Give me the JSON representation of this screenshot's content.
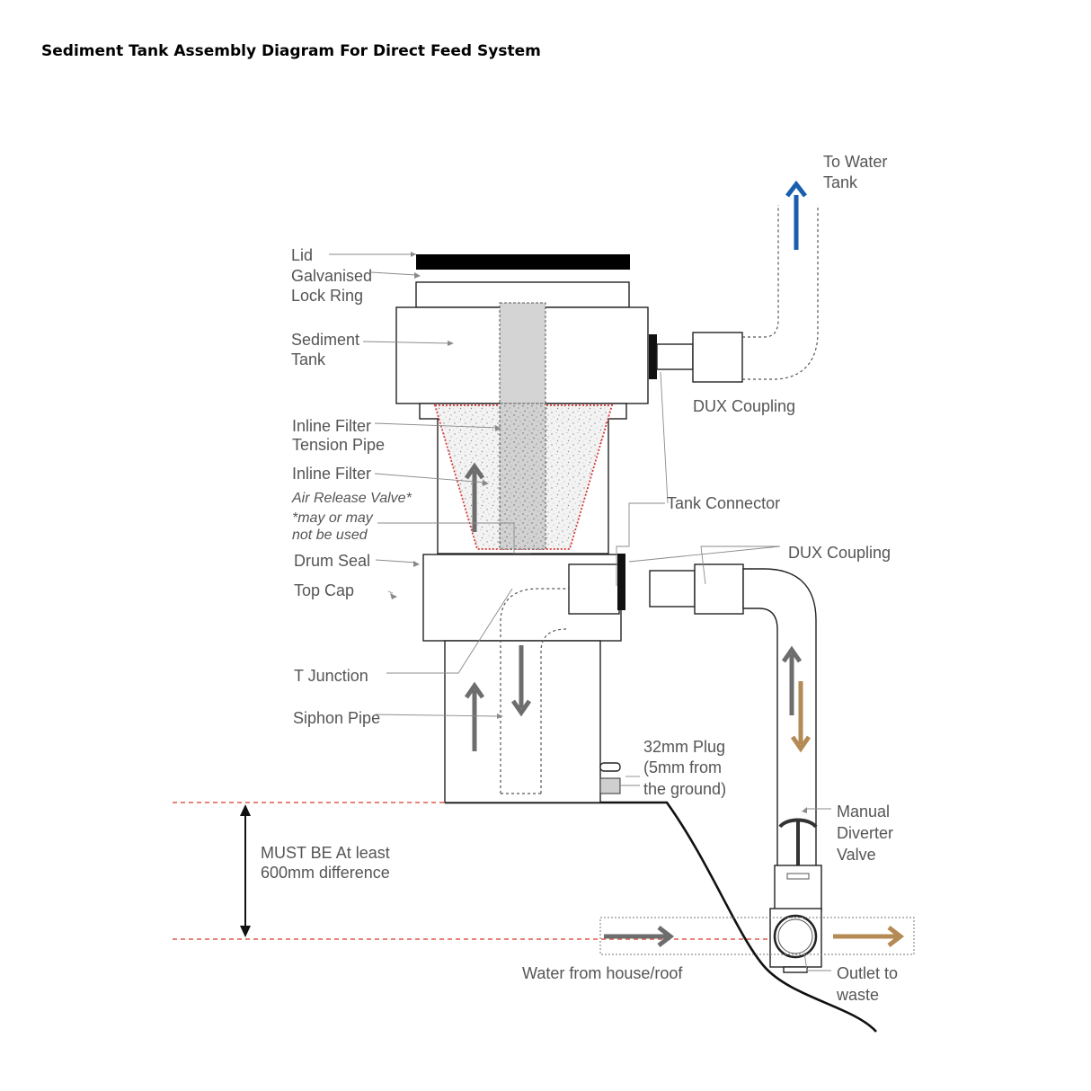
{
  "title": "Sediment Tank Assembly Diagram For Direct Feed System",
  "labels": {
    "to_water_tank": [
      "To Water",
      "Tank"
    ],
    "lid": "Lid",
    "lock_ring": [
      "Galvanised",
      "Lock Ring"
    ],
    "sediment_tank": [
      "Sediment",
      "Tank"
    ],
    "dux_coupling_top": "DUX Coupling",
    "tension_pipe": [
      "Inline Filter",
      "Tension Pipe"
    ],
    "inline_filter": "Inline Filter",
    "air_release_valve": "Air Release Valve*",
    "air_release_note": [
      "*may or may",
      "not be used"
    ],
    "tank_connector": "Tank Connector",
    "dux_coupling_mid": "DUX Coupling",
    "drum_seal": "Drum Seal",
    "top_cap": "Top Cap",
    "t_junction": "T Junction",
    "siphon_pipe": "Siphon Pipe",
    "plug": [
      "32mm Plug",
      "(5mm from",
      "the ground)"
    ],
    "height_note": [
      "MUST BE At least",
      "600mm difference"
    ],
    "diverter_valve": [
      "Manual",
      "Diverter",
      "Valve"
    ],
    "water_from_house": "Water from house/roof",
    "outlet": [
      "Outlet to",
      "waste"
    ]
  },
  "colors": {
    "blue_arrow": "#1a5fad",
    "grey_arrow": "#6d6d6d",
    "brown_arrow": "#b48a55",
    "red_dashed": "#e05a4a",
    "filter_outline": "#d83c3c"
  }
}
